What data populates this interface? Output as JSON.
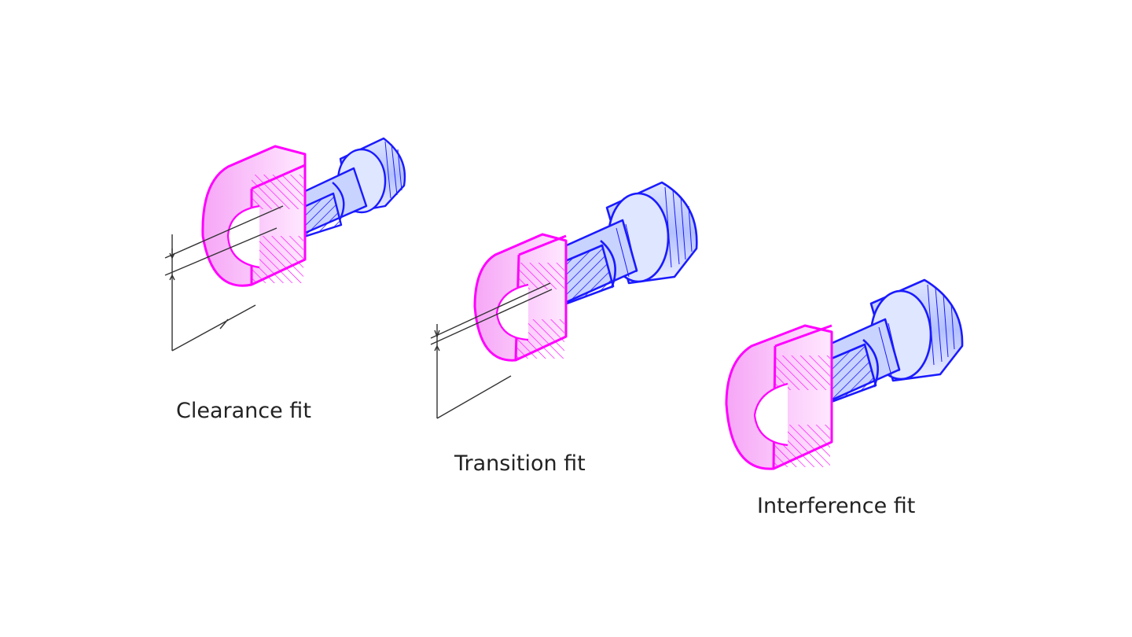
{
  "colors": {
    "hole_stroke": "#ff00ff",
    "hole_fill_light": "#ffe6ff",
    "hole_fill_mid": "#f6a6f6",
    "shaft_stroke": "#1a1aff",
    "shaft_fill_light": "#eef0ff",
    "shaft_fill_mid": "#a9b8ff",
    "dimension_line": "#333333"
  },
  "figures": [
    {
      "id": "clearance",
      "caption": "Clearance fit",
      "hole_part": "sleeve-with-bore",
      "shaft_part": "knurled-head-pin",
      "has_dimension_lines": true
    },
    {
      "id": "transition",
      "caption": "Transition fit",
      "hole_part": "sleeve-with-bore",
      "shaft_part": "knurled-head-pin",
      "has_dimension_lines": true
    },
    {
      "id": "interference",
      "caption": "Interference fit",
      "hole_part": "sleeve-with-bore",
      "shaft_part": "knurled-head-pin",
      "has_dimension_lines": false
    }
  ]
}
